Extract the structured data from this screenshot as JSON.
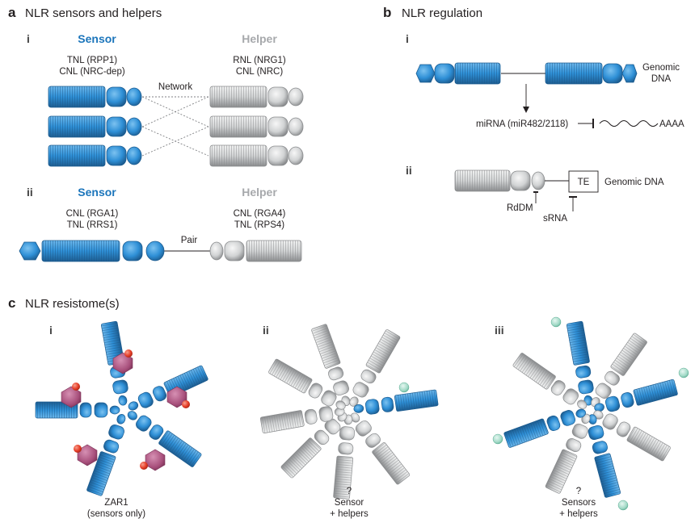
{
  "colors": {
    "sensor_blue": "#2e8fd6",
    "sensor_blue_dark": "#1d5d91",
    "helper_gray": "#d1d3d4",
    "helper_gray_dark": "#8a8c8e",
    "effector_purple": "#a8507c",
    "effector_red": "#e8402a",
    "tag_teal": "#9fd8c5",
    "heading_blue": "#1b75bb",
    "heading_gray": "#a7a9ac"
  },
  "panel_a": {
    "letter": "a",
    "title": "NLR sensors and helpers",
    "i": {
      "roman": "i",
      "sensor_heading": "Sensor",
      "helper_heading": "Helper",
      "sensor_line1": "TNL (RPP1)",
      "sensor_line2": "CNL (NRC-dep)",
      "helper_line1": "RNL (NRG1)",
      "helper_line2": "CNL (NRC)",
      "network_label": "Network"
    },
    "ii": {
      "roman": "ii",
      "sensor_heading": "Sensor",
      "helper_heading": "Helper",
      "sensor_line1": "CNL (RGA1)",
      "sensor_line2": "TNL (RRS1)",
      "helper_line1": "CNL (RGA4)",
      "helper_line2": "TNL (RPS4)",
      "pair_label": "Pair"
    }
  },
  "panel_b": {
    "letter": "b",
    "title": "NLR regulation",
    "i": {
      "roman": "i",
      "genomic_line1": "Genomic",
      "genomic_line2": "DNA",
      "mirna_label": "miRNA (miR482/2118)",
      "polya_label": "AAAA"
    },
    "ii": {
      "roman": "ii",
      "te_label": "TE",
      "genomic_label": "Genomic DNA",
      "rddm_label": "RdDM",
      "srna_label": "sRNA"
    }
  },
  "panel_c": {
    "letter": "c",
    "title": "NLR resistome(s)",
    "i": {
      "roman": "i",
      "caption_line1": "ZAR1",
      "caption_line2": "(sensors only)"
    },
    "ii": {
      "roman": "ii",
      "caption_line0": "?",
      "caption_line1": "Sensor",
      "caption_line2": "+ helpers"
    },
    "iii": {
      "roman": "iii",
      "caption_line0": "?",
      "caption_line1": "Sensors",
      "caption_line2": "+ helpers"
    }
  }
}
